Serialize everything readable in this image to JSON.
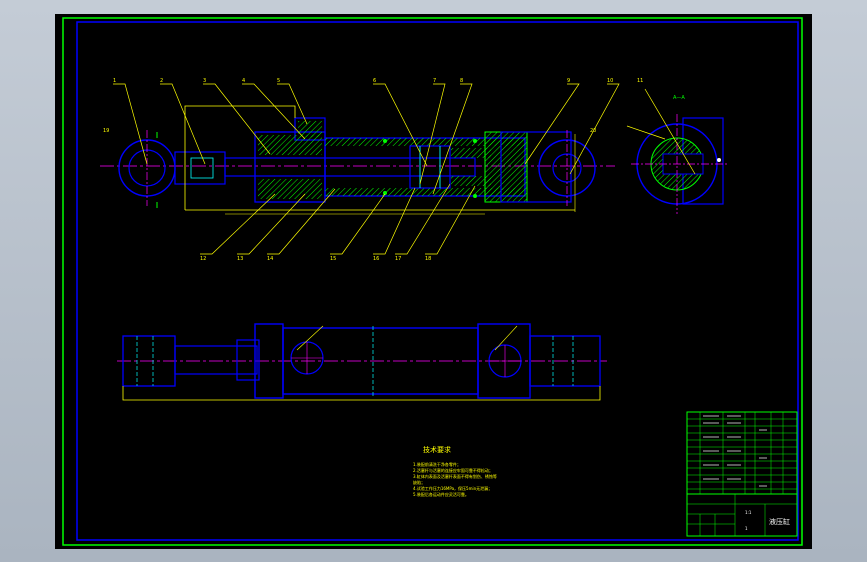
{
  "window": {
    "background_color": "#b9c2cd",
    "canvas_color": "#000000"
  },
  "drawing": {
    "outer_frame_color": "#00ff00",
    "inner_frame_color": "#0000ff",
    "outline_color": "#0000ff",
    "centerline_color": "#ff00ff",
    "hatch_color": "#00ff00",
    "dimension_color": "#ffff00",
    "hidden_line_color": "#00ffff",
    "callout_numbers": [
      "1",
      "2",
      "3",
      "4",
      "5",
      "6",
      "7",
      "8",
      "9",
      "10",
      "11",
      "12",
      "13",
      "14",
      "15",
      "16",
      "17",
      "18",
      "19",
      "20"
    ],
    "section_label": "A—A",
    "tech_requirements": {
      "title": "技术要求",
      "lines": [
        "1.装配前清洗干净各零件；",
        "2.活塞杆与活塞的连接应牢固可靠不得松动；",
        "3.缸体内表面及活塞杆表面不得有划伤、锈蚀等",
        "缺陷；",
        "4.试验工作压力16MPa，保压5min无泄漏；",
        "5.装配后各运动件应灵活可靠。"
      ]
    },
    "title_block": {
      "drawing_title": "液压缸",
      "scale": "1:1",
      "sheet": "1"
    }
  }
}
